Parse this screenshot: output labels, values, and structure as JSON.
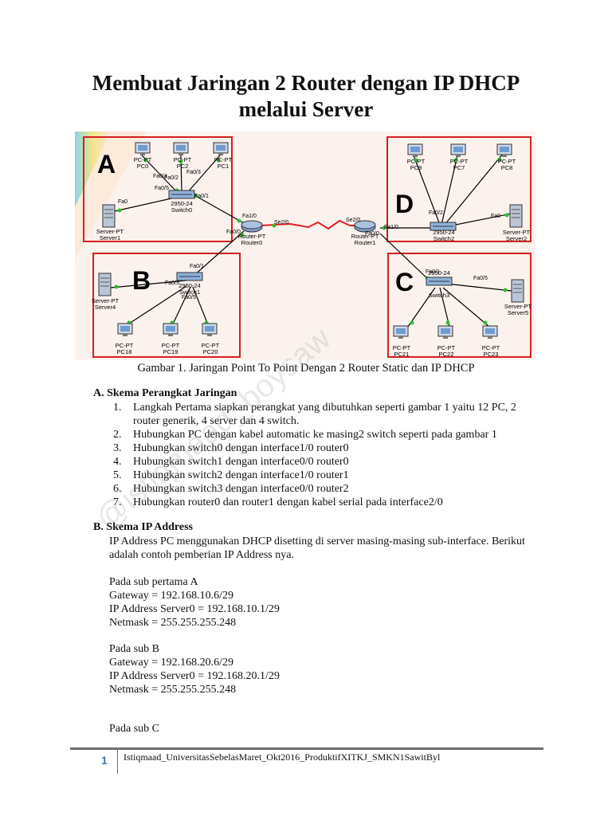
{
  "title_line1": "Membuat Jaringan 2 Router dengan IP DHCP",
  "title_line2": "melalui Server",
  "figure": {
    "zones": [
      "A",
      "B",
      "C",
      "D"
    ],
    "devices": {
      "pc0": [
        "PC-PT",
        "PC0"
      ],
      "pc2": [
        "PC-PT",
        "PC2"
      ],
      "pc1": [
        "PC-PT",
        "PC1"
      ],
      "server1": [
        "Server-PT",
        "Server1"
      ],
      "switch0": [
        "2950-24",
        "Switch0"
      ],
      "router0": [
        "Router-PT",
        "Router0"
      ],
      "router1": [
        "Router-PT",
        "Router1"
      ],
      "server4": [
        "Server-PT",
        "Server4"
      ],
      "pc18": [
        "PC-PT",
        "PC18"
      ],
      "pc19": [
        "PC-PT",
        "PC19"
      ],
      "pc20": [
        "PC-PT",
        "PC20"
      ],
      "switch1": [
        "2950-24",
        "Switch1"
      ],
      "pc9": [
        "PC-PT",
        "PC9"
      ],
      "pc7": [
        "PC-PT",
        "PC7"
      ],
      "pc8": [
        "PC-PT",
        "PC8"
      ],
      "switch2": [
        "2950-24",
        "Switch2"
      ],
      "server2": [
        "Server-PT",
        "Server2"
      ],
      "switch3": [
        "2950-24",
        "Switch3"
      ],
      "server5": [
        "Server-PT",
        "Server5"
      ],
      "pc21": [
        "PC-PT",
        "PC21"
      ],
      "pc22": [
        "PC-PT",
        "PC22"
      ],
      "pc23": [
        "PC-PT",
        "PC23"
      ]
    },
    "ports": {
      "fa0": "Fa0",
      "fa0_1": "Fa0/1",
      "fa0_2": "Fa0/2",
      "fa0_3": "Fa0/3",
      "fa0_4": "Fa0/4",
      "fa0_5": "Fa0/5",
      "fa1_0": "Fa1/0",
      "se2_0": "Se2/0",
      "fa0_0": "Fa0/0"
    }
  },
  "caption": "Gambar 1. Jaringan Point To Point Dengan 2 Router Static dan IP DHCP",
  "section_a": {
    "heading": "A.  Skema Perangkat Jaringan",
    "items": [
      {
        "num": "1.",
        "text": "Langkah Pertama siapkan perangkat yang dibutuhkan seperti gambar 1 yaitu 12 PC, 2 router generik, 4 server dan 4 switch."
      },
      {
        "num": "2.",
        "text": "Hubungkan PC dengan kabel automatic ke masing2 switch seperti pada gambar 1"
      },
      {
        "num": "3.",
        "text": "Hubungkan switch0 dengan interface1/0 router0"
      },
      {
        "num": "4.",
        "text": "Hubungkan switch1 dengan interface0/0 router0"
      },
      {
        "num": "5.",
        "text": "Hubungkan switch2 dengan interface1/0 router1"
      },
      {
        "num": "6.",
        "text": "Hubungkan switch3 dengan interface0/0 router2"
      },
      {
        "num": "7.",
        "text": "Hubungkan router0 dan router1 dengan kabel serial pada interface2/0"
      }
    ]
  },
  "section_b": {
    "heading": "B.  Skema IP Address",
    "intro": "IP Address PC menggunakan DHCP disetting di server masing-masing sub-interface. Berikut adalah contoh pemberian IP Address nya.",
    "sub_a": [
      "Pada sub pertama A",
      "Gateway = 192.168.10.6/29",
      "IP Address Server0 = 192.168.10.1/29",
      "Netmask = 255.255.255.248"
    ],
    "sub_b": [
      "Pada sub B",
      "Gateway = 192.168.20.6/29",
      "IP Address Server0 = 192.168.20.1/29",
      "Netmask = 255.255.255.248"
    ],
    "sub_c": [
      "Pada sub C"
    ]
  },
  "footer": {
    "page_number": "1",
    "text": "Istiqmaad_UniversitasSebelasMaret_Okt2016_ProduktifXITKJ_SMKN1SawitByl"
  },
  "watermark": "@istiqmaad_boysaw"
}
